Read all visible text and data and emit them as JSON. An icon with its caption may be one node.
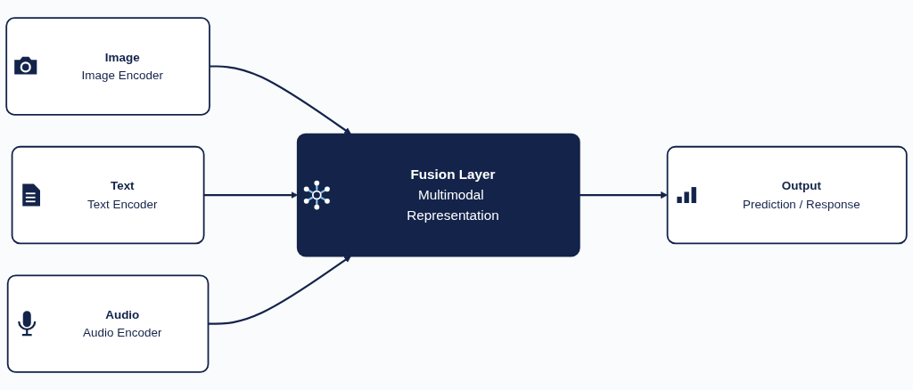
{
  "diagram": {
    "nodes": [
      {
        "text": [
          "Image",
          "Image Encoder"
        ]
      },
      {
        "text": [
          "Text",
          "Text Encoder"
        ]
      },
      {
        "text": [
          "Audio",
          "Audio Encoder"
        ]
      },
      {
        "text": [
          "Fusion Layer",
          "Multimodal Representation"
        ]
      },
      {
        "text": [
          "Output",
          "Prediction / Response"
        ]
      }
    ],
    "edges": [
      {
        "from": 0,
        "to": 3,
        "arrow": "to"
      },
      {
        "from": 1,
        "to": 3,
        "arrow": "to"
      },
      {
        "from": 2,
        "to": 3,
        "arrow": "to"
      },
      {
        "from": 3,
        "to": 4,
        "arrow": "to"
      }
    ]
  }
}
